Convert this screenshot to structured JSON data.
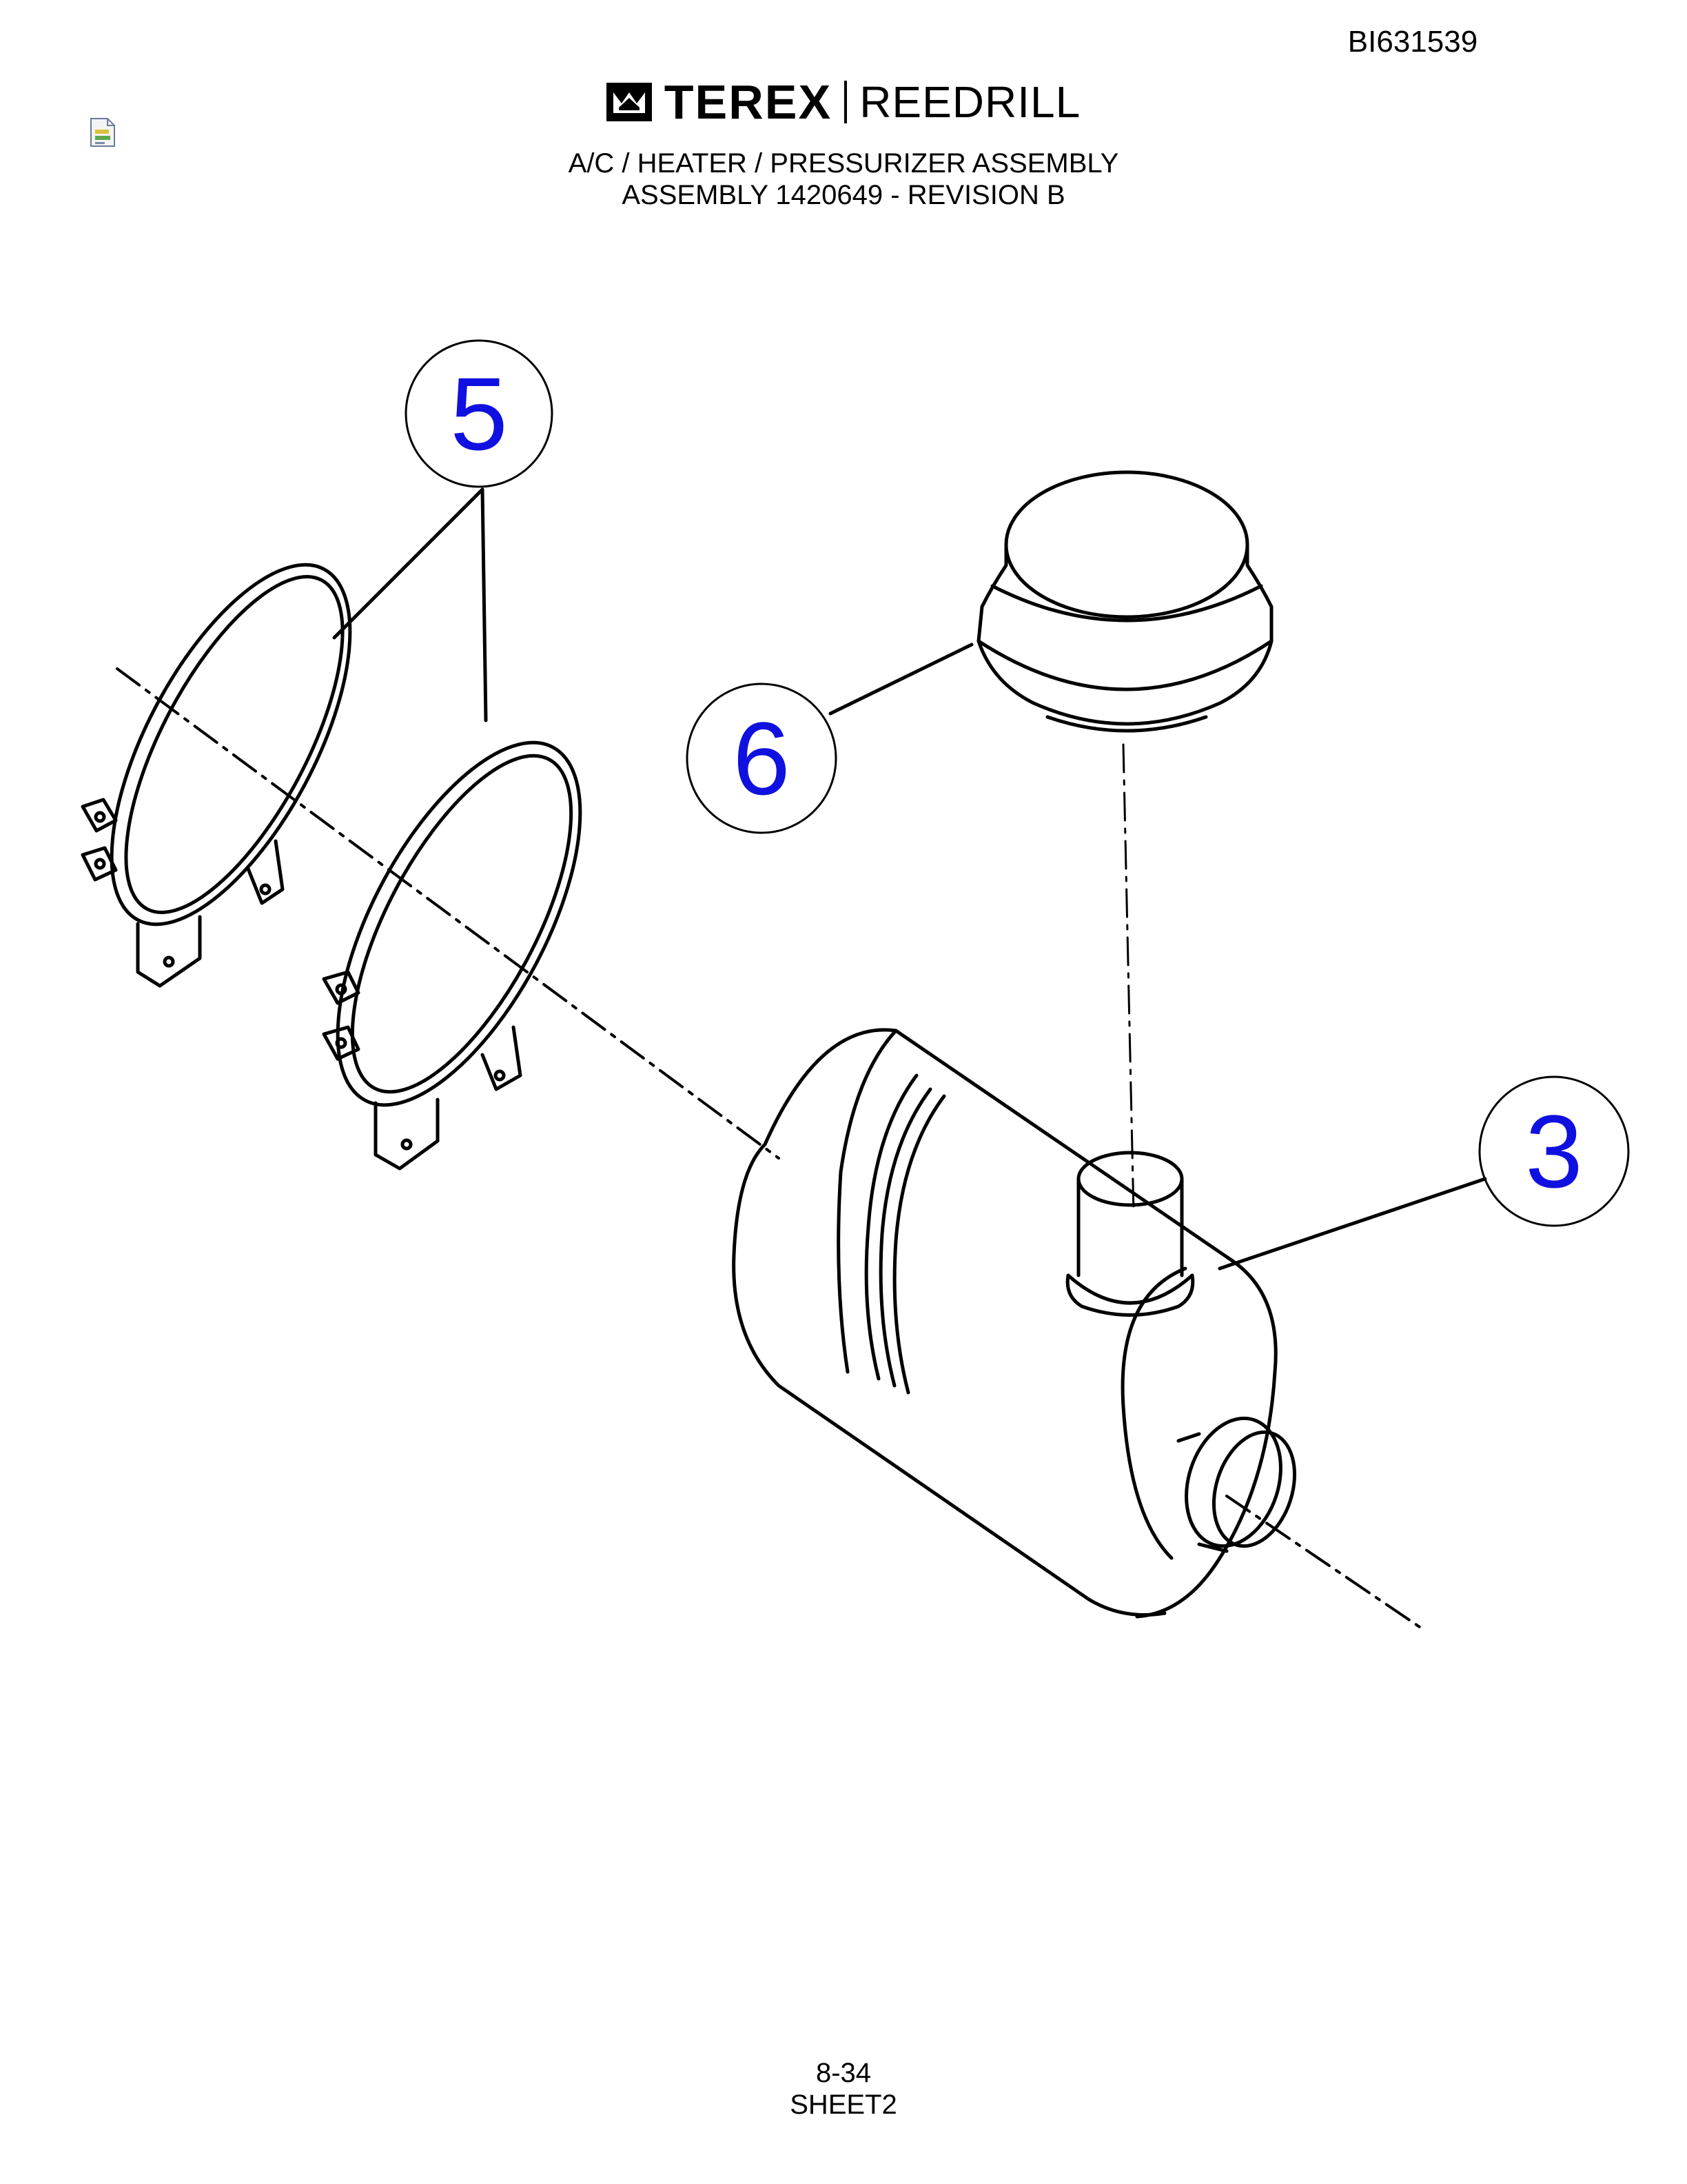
{
  "document_number": "BI631539",
  "brand": {
    "name": "TEREX",
    "division": "REEDRILL",
    "logo_icon": "terex-crown-logo"
  },
  "title_line_1": "A/C / HEATER / PRESSURIZER ASSEMBLY",
  "title_line_2": "ASSEMBLY 1420649 - REVISION B",
  "callouts": {
    "clamps": "5",
    "cap": "6",
    "housing": "3"
  },
  "callout_color": "#1010e0",
  "page_number": "8-34",
  "sheet": "SHEET2"
}
